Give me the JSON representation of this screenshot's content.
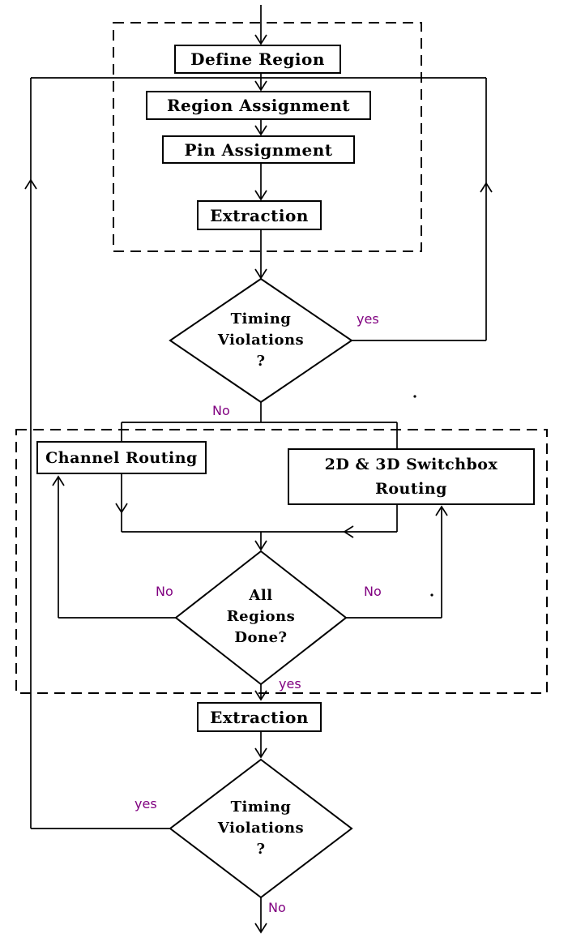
{
  "diagram": {
    "nodes": {
      "define_region": "Define Region",
      "region_assignment": "Region Assignment",
      "pin_assignment": "Pin Assignment",
      "extraction_1": "Extraction",
      "timing_violations_1": {
        "line1": "Timing",
        "line2": "Violations",
        "line3": "?"
      },
      "channel_routing": "Channel Routing",
      "switchbox_routing": {
        "line1": "2D & 3D Switchbox",
        "line2": "Routing"
      },
      "all_regions_done": {
        "line1": "All",
        "line2": "Regions",
        "line3": "Done?"
      },
      "extraction_2": "Extraction",
      "timing_violations_2": {
        "line1": "Timing",
        "line2": "Violations",
        "line3": "?"
      }
    },
    "edge_labels": {
      "timing1_yes": "yes",
      "timing1_no": "No",
      "regions_no_left": "No",
      "regions_no_right": "No",
      "regions_yes": "yes",
      "timing2_yes": "yes",
      "timing2_no": "No"
    },
    "colors": {
      "line": "#000000",
      "node_text": "#000000",
      "edge_label": "#800080",
      "background": "#ffffff"
    }
  }
}
